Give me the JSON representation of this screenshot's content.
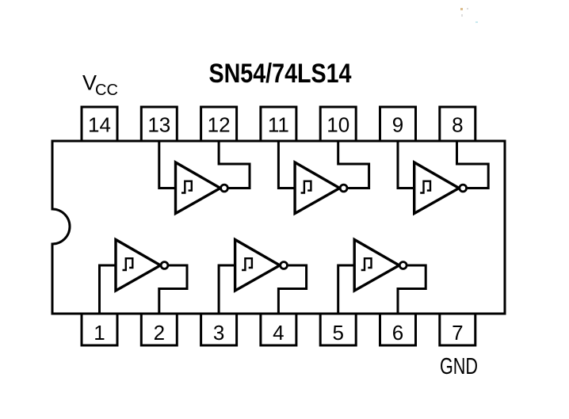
{
  "diagram": {
    "title": "SN54/74LS14",
    "power_label": {
      "main": "V",
      "sub": "CC"
    },
    "ground_label": "GND",
    "pins": {
      "top": [
        "14",
        "13",
        "12",
        "11",
        "10",
        "9",
        "8"
      ],
      "bottom": [
        "1",
        "2",
        "3",
        "4",
        "5",
        "6",
        "7"
      ]
    },
    "gates": [
      {
        "input_pin": "1",
        "output_pin": "2"
      },
      {
        "input_pin": "3",
        "output_pin": "4"
      },
      {
        "input_pin": "5",
        "output_pin": "6"
      },
      {
        "input_pin": "13",
        "output_pin": "12"
      },
      {
        "input_pin": "11",
        "output_pin": "10"
      },
      {
        "input_pin": "9",
        "output_pin": "8"
      }
    ],
    "colors": {
      "line": "#000000",
      "background": "#ffffff",
      "text": "#000000"
    }
  }
}
